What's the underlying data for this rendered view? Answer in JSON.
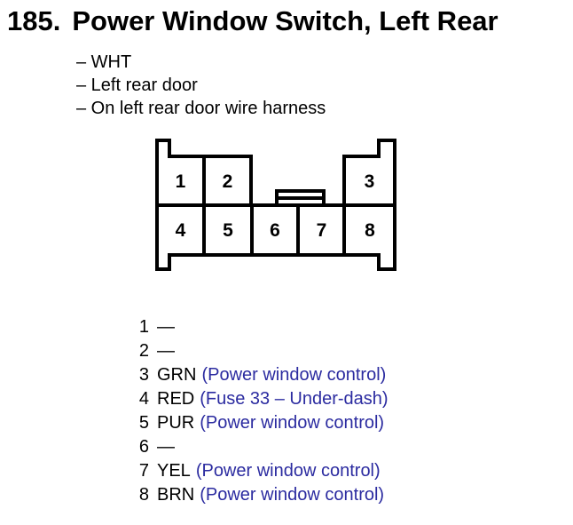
{
  "header": {
    "number": "185.",
    "title": "Power Window Switch, Left Rear"
  },
  "details": [
    "– WHT",
    "– Left rear door",
    "– On left rear door wire harness"
  ],
  "connector": {
    "cavities": [
      "1",
      "2",
      "3",
      "4",
      "5",
      "6",
      "7",
      "8"
    ]
  },
  "pins": [
    {
      "num": "1",
      "color": "—",
      "desc": ""
    },
    {
      "num": "2",
      "color": "—",
      "desc": ""
    },
    {
      "num": "3",
      "color": "GRN",
      "desc": "(Power window control)"
    },
    {
      "num": "4",
      "color": "RED",
      "desc": "(Fuse 33 – Under-dash)"
    },
    {
      "num": "5",
      "color": "PUR",
      "desc": "(Power window control)"
    },
    {
      "num": "6",
      "color": "—",
      "desc": ""
    },
    {
      "num": "7",
      "color": "YEL",
      "desc": "(Power window control)"
    },
    {
      "num": "8",
      "color": "BRN",
      "desc": "(Power window control)"
    }
  ],
  "colors": {
    "background": "#ffffff",
    "text_black": "#000000",
    "description_blue": "#2b2ba0"
  }
}
